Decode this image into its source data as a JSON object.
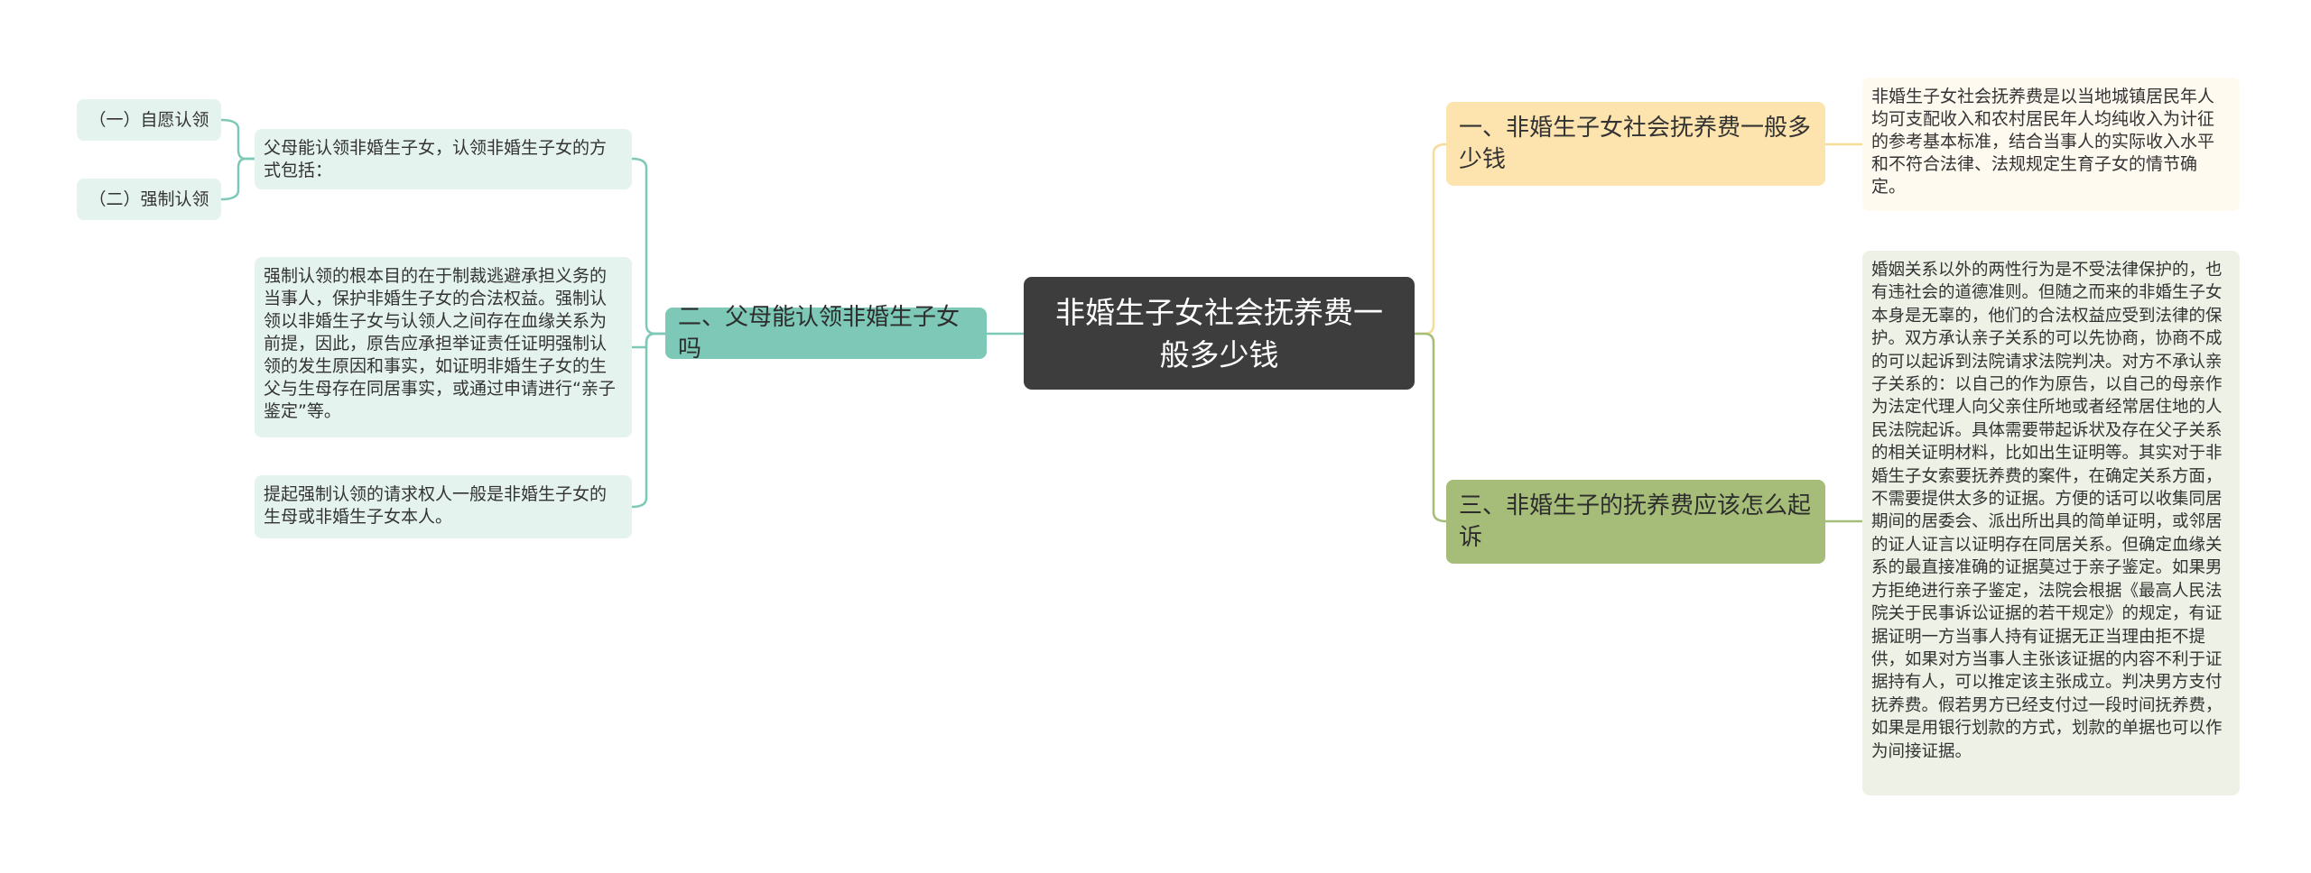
{
  "root": {
    "label": "非婚生子女社会抚养费一般多少钱"
  },
  "branches": [
    {
      "label": "一、非婚生子女社会抚养费一般多少钱"
    },
    {
      "label": "二、父母能认领非婚生子女吗"
    },
    {
      "label": "三、非婚生子的抚养费应该怎么起诉"
    }
  ],
  "leaves": {
    "b1_detail": "非婚生子女社会抚养费是以当地城镇居民年人均可支配收入和农村居民年人均纯收入为计征的参考基本标准，结合当事人的实际收入水平和不符合法律、法规规定生育子女的情节确定。",
    "b2_intro": "父母能认领非婚生子女，认领非婚生子女的方式包括：",
    "b2_methods": [
      "（一）自愿认领",
      "（二）强制认领"
    ],
    "b2_forced": "强制认领的根本目的在于制裁逃避承担义务的当事人，保护非婚生子女的合法权益。强制认领以非婚生子女与认领人之间存在血缘关系为前提，因此，原告应承担举证责任证明强制认领的发生原因和事实，如证明非婚生子女的生父与生母存在同居事实，或通过申请进行“亲子鉴定”等。",
    "b2_claimant": "提起强制认领的请求权人一般是非婚生子女的生母或非婚生子女本人。",
    "b3_detail": "婚姻关系以外的两性行为是不受法律保护的，也有违社会的道德准则。但随之而来的非婚生子女本身是无辜的，他们的合法权益应受到法律的保护。双方承认亲子关系的可以先协商，协商不成的可以起诉到法院请求法院判决。对方不承认亲子关系的：以自己的作为原告，以自己的母亲作为法定代理人向父亲住所地或者经常居住地的人民法院起诉。具体需要带起诉状及存在父子关系的相关证明材料，比如出生证明等。其实对于非婚生子女索要抚养费的案件，在确定关系方面，不需要提供太多的证据。方便的话可以收集同居期间的居委会、派出所出具的简单证明，或邻居的证人证言以证明存在同居关系。但确定血缘关系的最直接准确的证据莫过于亲子鉴定。如果男方拒绝进行亲子鉴定，法院会根据《最高人民法院关于民事诉讼证据的若干规定》的规定，有证据证明一方当事人持有证据无正当理由拒不提供，如果对方当事人主张该证据的内容不利于证据持有人，可以推定该主张成立。判决男方支付抚养费。假若男方已经支付过一段时间抚养费，如果是用银行划款的方式，划款的单据也可以作为间接证据。"
  },
  "colors": {
    "root_bg": "#3d3d3d",
    "branch1_bg": "#fde4ae",
    "branch2_bg": "#7ec8b7",
    "branch3_bg": "#a6bd79",
    "edge_branch1": "#f5dc98",
    "edge_branch2": "#7ec8b7",
    "edge_branch3": "#a6bd79"
  }
}
